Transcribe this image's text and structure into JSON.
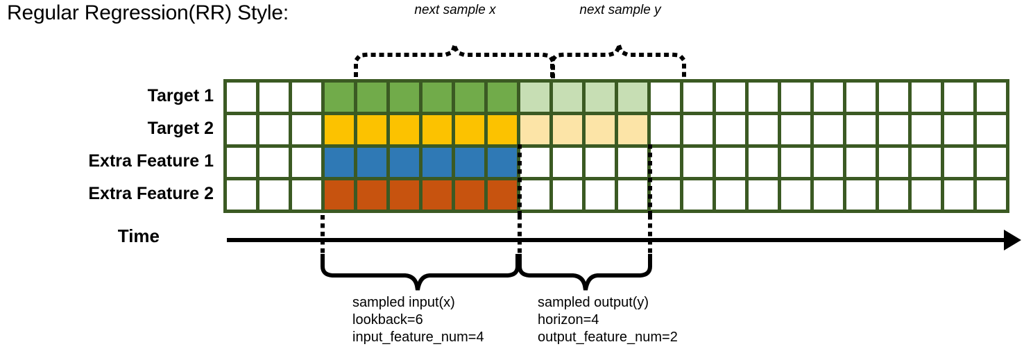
{
  "title": "Regular Regression(RR) Style:",
  "top_braces": [
    {
      "label": "next sample x"
    },
    {
      "label": "next sample y"
    }
  ],
  "rows": [
    {
      "label": "Target 1"
    },
    {
      "label": "Target 2"
    },
    {
      "label": "Extra Feature 1"
    },
    {
      "label": "Extra Feature 2"
    }
  ],
  "axis": {
    "label": "Time"
  },
  "bottom_braces": [
    {
      "line1": "sampled input(x)",
      "line2": "lookback=6",
      "line3": "input_feature_num=4"
    },
    {
      "line1": "sampled output(y)",
      "line2": "horizon=4",
      "line3": "output_feature_num=2"
    }
  ],
  "chart_data": {
    "type": "heatmap",
    "title": "Regular Regression(RR) Style:",
    "columns": 24,
    "rows": [
      "Target 1",
      "Target 2",
      "Extra Feature 1",
      "Extra Feature 2"
    ],
    "lookback": 6,
    "horizon": 4,
    "input_feature_num": 4,
    "output_feature_num": 2,
    "input_start_col": 4,
    "input_end_col": 9,
    "output_start_col": 10,
    "output_end_col": 13,
    "cell_colors": {
      "empty": "#ffffff",
      "target1_input": "#71ab4a",
      "target1_output": "#c7deb4",
      "target2_input": "#fcc200",
      "target2_output": "#fce4a7",
      "extra1_input": "#2f79b5",
      "extra2_input": "#c7530f",
      "grid_line": "#3b5a23"
    },
    "matrix": [
      [
        "empty",
        "empty",
        "empty",
        "target1_input",
        "target1_input",
        "target1_input",
        "target1_input",
        "target1_input",
        "target1_input",
        "target1_output",
        "target1_output",
        "target1_output",
        "target1_output",
        "empty",
        "empty",
        "empty",
        "empty",
        "empty",
        "empty",
        "empty",
        "empty",
        "empty",
        "empty",
        "empty"
      ],
      [
        "empty",
        "empty",
        "empty",
        "target2_input",
        "target2_input",
        "target2_input",
        "target2_input",
        "target2_input",
        "target2_input",
        "target2_output",
        "target2_output",
        "target2_output",
        "target2_output",
        "empty",
        "empty",
        "empty",
        "empty",
        "empty",
        "empty",
        "empty",
        "empty",
        "empty",
        "empty",
        "empty"
      ],
      [
        "empty",
        "empty",
        "empty",
        "extra1_input",
        "extra1_input",
        "extra1_input",
        "extra1_input",
        "extra1_input",
        "extra1_input",
        "empty",
        "empty",
        "empty",
        "empty",
        "empty",
        "empty",
        "empty",
        "empty",
        "empty",
        "empty",
        "empty",
        "empty",
        "empty",
        "empty",
        "empty"
      ],
      [
        "empty",
        "empty",
        "empty",
        "extra2_input",
        "extra2_input",
        "extra2_input",
        "extra2_input",
        "extra2_input",
        "extra2_input",
        "empty",
        "empty",
        "empty",
        "empty",
        "empty",
        "empty",
        "empty",
        "empty",
        "empty",
        "empty",
        "empty",
        "empty",
        "empty",
        "empty",
        "empty"
      ]
    ]
  }
}
